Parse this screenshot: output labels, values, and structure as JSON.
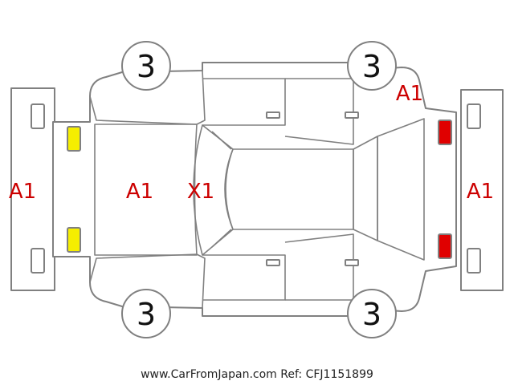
{
  "colors": {
    "outline": "#808080",
    "damage_code": "#cc0000",
    "front_lamp": "#f5ee00",
    "rear_lamp": "#e00000"
  },
  "labels": {
    "front_bumper": "A1",
    "hood": "A1",
    "windshield": "X1",
    "rear_quarter": "A1",
    "rear_bumper": "A1"
  },
  "wheels": {
    "front_left": "3",
    "rear_left": "3",
    "front_right": "3",
    "rear_right": "3"
  },
  "footer": "www.CarFromJapan.com Ref: CFJ1151899"
}
